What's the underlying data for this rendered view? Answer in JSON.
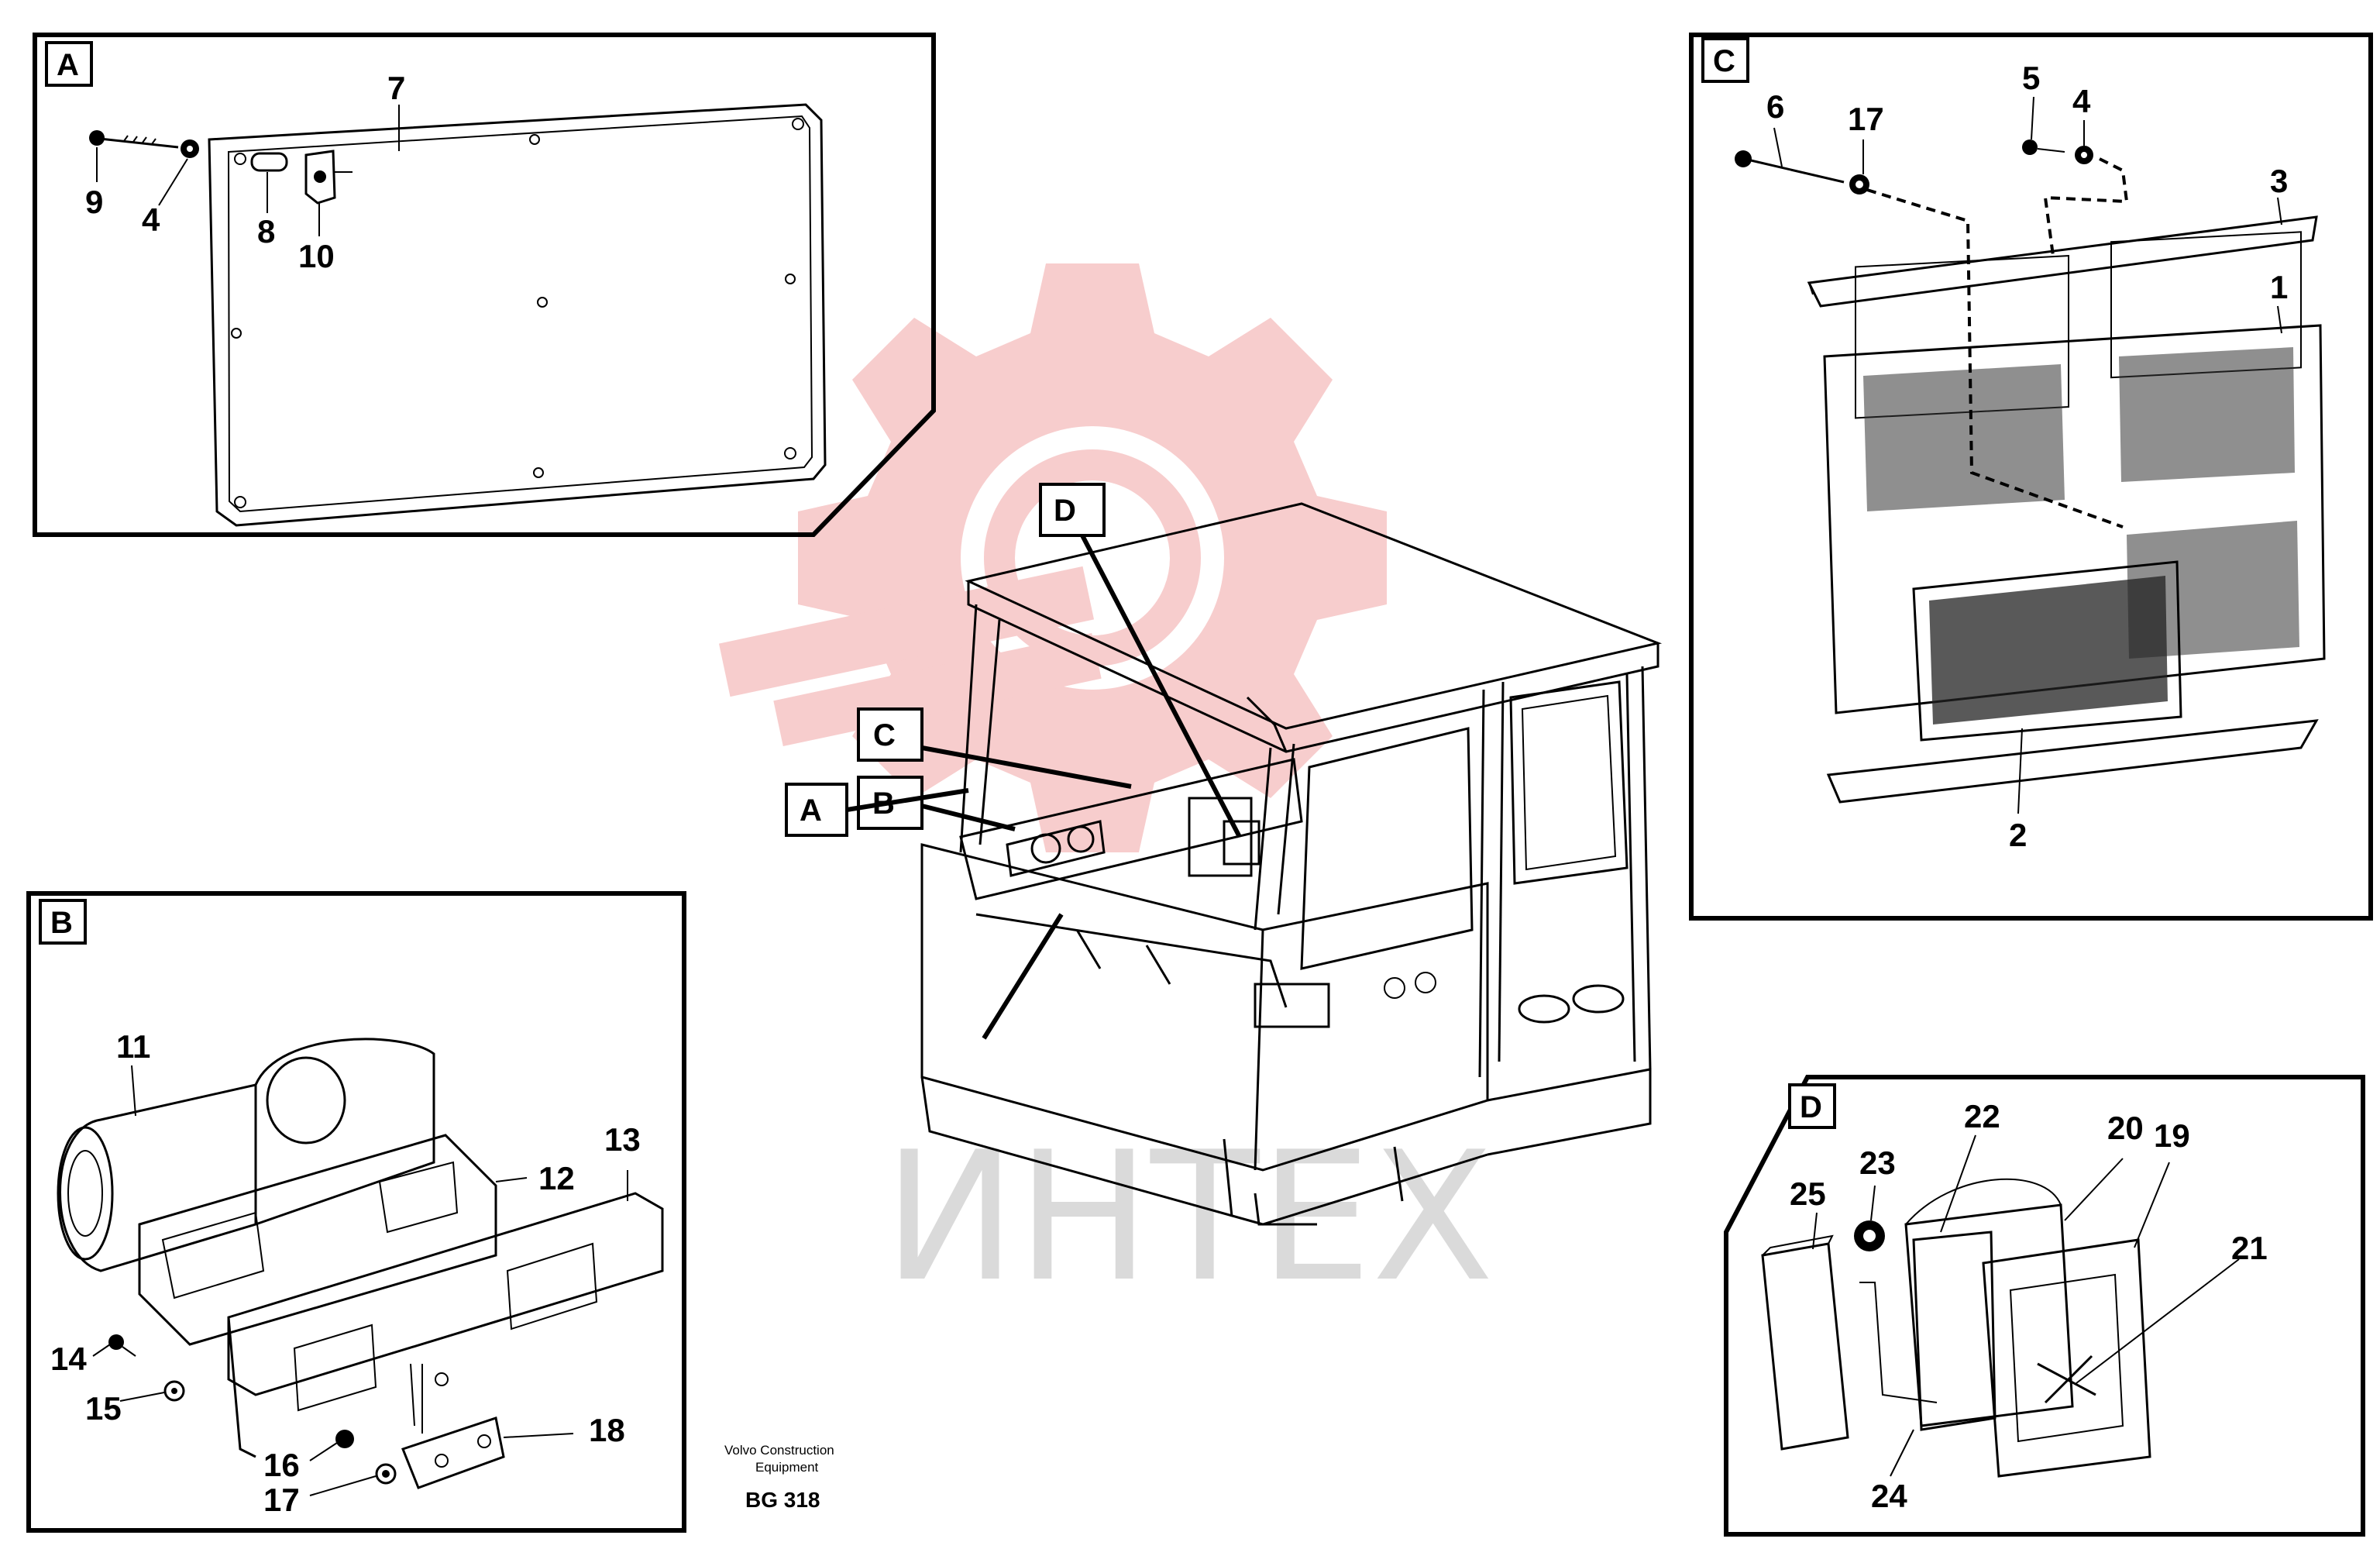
{
  "watermark": {
    "text": "ИНТЕХ",
    "color": "#f4b3b3",
    "text_color": "#d4d4d4",
    "shape": "gear-logo"
  },
  "publisher": {
    "line1": "Volvo Construction",
    "line2": "Equipment",
    "code": "BG 318"
  },
  "panels": {
    "A": {
      "label": "A",
      "parts": [
        "7",
        "9",
        "4",
        "8",
        "10"
      ]
    },
    "B": {
      "label": "B",
      "parts": [
        "11",
        "12",
        "13",
        "14",
        "15",
        "16",
        "17",
        "18"
      ]
    },
    "C": {
      "label": "C",
      "parts": [
        "6",
        "17",
        "5",
        "4",
        "3",
        "1",
        "2"
      ]
    },
    "D": {
      "label": "D",
      "parts": [
        "23",
        "22",
        "20",
        "19",
        "25",
        "21",
        "24"
      ]
    }
  },
  "cab_callouts": [
    "D",
    "C",
    "A",
    "B"
  ]
}
